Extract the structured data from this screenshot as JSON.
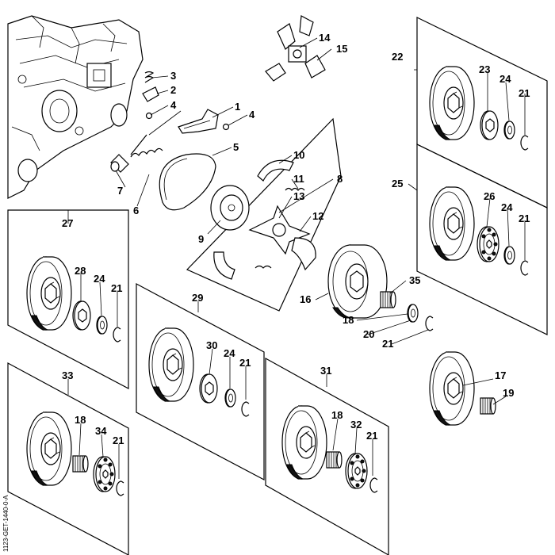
{
  "figure": {
    "drawing_code": "1123-GET-1440-0-A"
  },
  "callouts": {
    "c1": "1",
    "c2": "2",
    "c3": "3",
    "c4a": "4",
    "c4b": "4",
    "c5": "5",
    "c6": "6",
    "c7": "7",
    "c8": "8",
    "c9": "9",
    "c10": "10",
    "c11": "11",
    "c12": "12",
    "c13": "13",
    "c14": "14",
    "c15": "15",
    "c16": "16",
    "c17": "17",
    "c18a": "18",
    "c18b": "18",
    "c18c": "18",
    "c19": "19",
    "c20": "20",
    "c21a": "21",
    "c21b": "21",
    "c21c": "21",
    "c21d": "21",
    "c21e": "21",
    "c21f": "21",
    "c21g": "21",
    "c22": "22",
    "c23": "23",
    "c24a": "24",
    "c24b": "24",
    "c24c": "24",
    "c24d": "24",
    "c25": "25",
    "c26": "26",
    "c27": "27",
    "c28": "28",
    "c29": "29",
    "c30": "30",
    "c31": "31",
    "c32": "32",
    "c33": "33",
    "c34": "34",
    "c35": "35"
  }
}
